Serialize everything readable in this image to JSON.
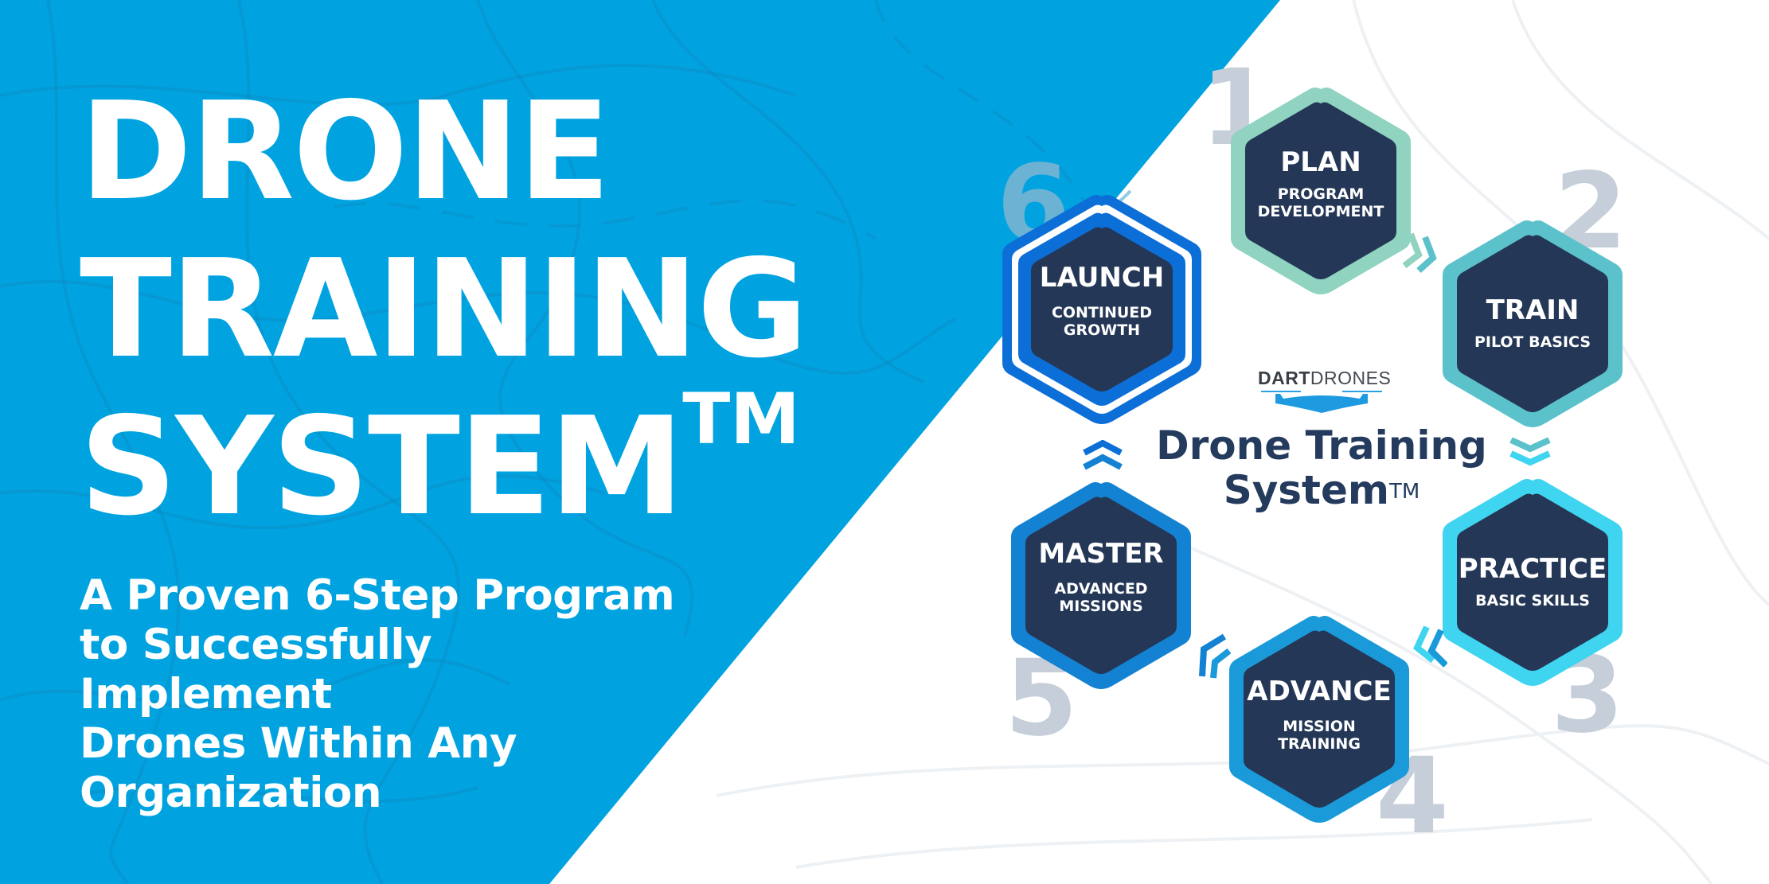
{
  "headline": {
    "lines": [
      "DRONE",
      "TRAINING",
      "SYSTEM"
    ],
    "trademark": "TM"
  },
  "subtitle": {
    "lines": [
      "A Proven 6-Step Program",
      "to Successfully Implement",
      "Drones Within Any",
      "Organization"
    ]
  },
  "brand": {
    "logo_bold": "DART",
    "logo_light": "DRONES",
    "center_title_line1": "Drone Training",
    "center_title_line2": "System",
    "center_trademark": "TM"
  },
  "colors": {
    "left_panel_blue": "#00a3e0",
    "navy": "#243756",
    "step_number_gray": "#c5ced9",
    "plan_border": "#8fd3c0",
    "train_border": "#5bc2cc",
    "practice_border": "#3fd4f0",
    "advance_border": "#1a9ad9",
    "master_border": "#1482d2",
    "launch_border": "#0c6fd8"
  },
  "steps": [
    {
      "number": "1",
      "title": "PLAN",
      "description": "PROGRAM\nDEVELOPMENT"
    },
    {
      "number": "2",
      "title": "TRAIN",
      "description": "PILOT BASICS"
    },
    {
      "number": "3",
      "title": "PRACTICE",
      "description": "BASIC SKILLS"
    },
    {
      "number": "4",
      "title": "ADVANCE",
      "description": "MISSION\nTRAINING"
    },
    {
      "number": "5",
      "title": "MASTER",
      "description": "ADVANCED\nMISSIONS"
    },
    {
      "number": "6",
      "title": "LAUNCH",
      "description": "CONTINUED\nGROWTH"
    }
  ]
}
